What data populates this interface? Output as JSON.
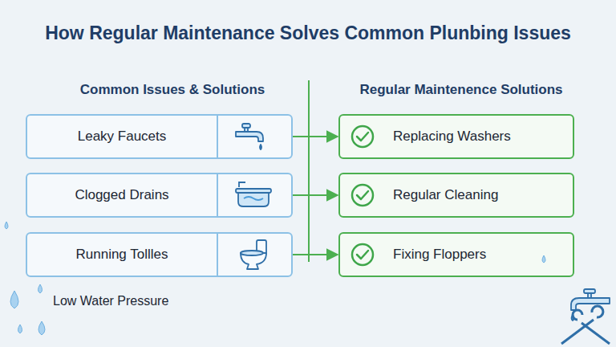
{
  "diagram": {
    "title": "How Regular Maintenance Solves Common Plunbing Issues",
    "nodes": [
      {
        "text": [
          "Leaky Faucets"
        ]
      },
      {
        "text": [
          "Clogged Drains"
        ]
      },
      {
        "text": [
          "Running Tollles"
        ]
      },
      {
        "text": [
          "Replacing Washers"
        ]
      },
      {
        "text": [
          "Regular Cleaning"
        ]
      },
      {
        "text": [
          "Fixing Floppers"
        ]
      }
    ],
    "edges": [
      {
        "from": 0,
        "to": 3,
        "arrow": "to"
      },
      {
        "from": 1,
        "to": 4,
        "arrow": "to"
      },
      {
        "from": 2,
        "to": 5,
        "arrow": "to"
      }
    ],
    "labels": [
      "Common Issues & Solutions",
      "Regular Maintenence Solutions",
      "Low Water Pressure"
    ]
  }
}
